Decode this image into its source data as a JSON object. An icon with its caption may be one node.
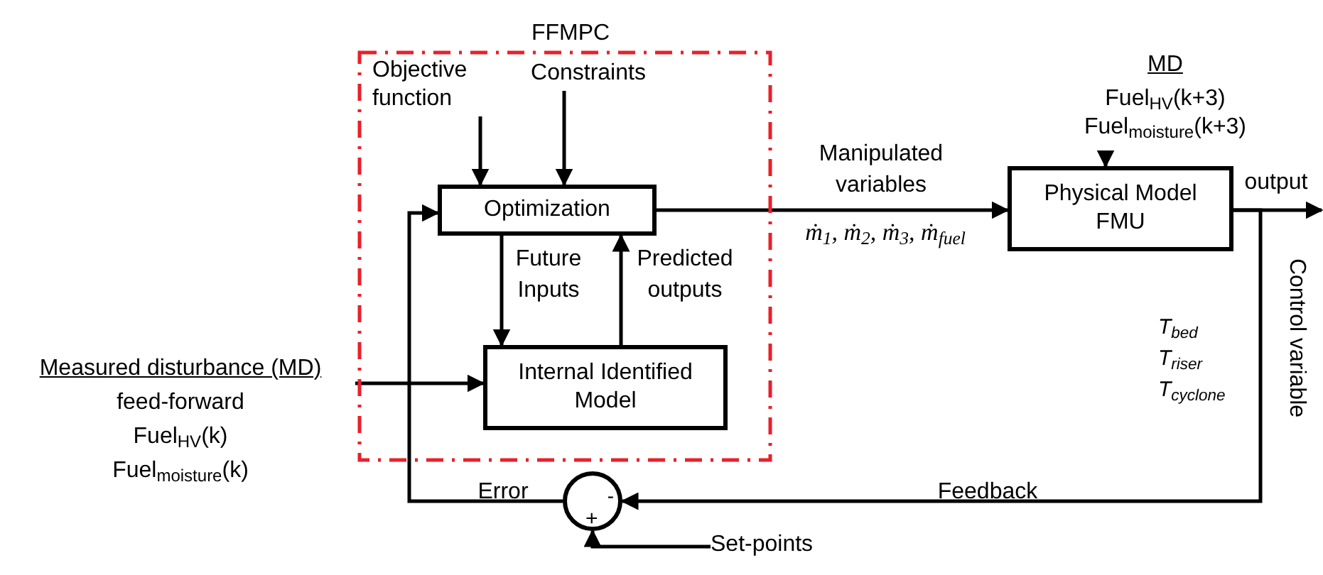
{
  "diagram": {
    "nodes": [
      {
        "text": [
          "FFMPC"
        ]
      },
      {
        "text": [
          "Objective function"
        ],
        "in": 0
      },
      {
        "text": [
          "Constraints"
        ],
        "in": 0
      },
      {
        "text": [
          "Optimization"
        ],
        "in": 0
      },
      {
        "text": [
          "Internal Identified Model"
        ],
        "in": 0
      },
      {
        "text": [
          "Physical Model FMU"
        ]
      },
      {
        "text": [
          "MD",
          "Fuel$_{HV}$(k+3)",
          "Fuel$_{moisture}$(k+3)"
        ]
      },
      {
        "text": [
          "Measured disturbance (MD)",
          "feed-forward",
          "Fuel$_{HV}$(k)",
          "Fuel$_{moisture}$(k)"
        ]
      },
      {
        "text": [
          "-",
          "+"
        ]
      },
      {
        "text": [
          "Set-points"
        ]
      }
    ],
    "edges": [
      {
        "from": 1,
        "to": 3,
        "arrow": "to"
      },
      {
        "from": 2,
        "to": 3,
        "arrow": "to"
      },
      {
        "from": 3,
        "to": 4,
        "arrow": "to",
        "label": "Future Inputs"
      },
      {
        "from": 4,
        "to": 3,
        "arrow": "to",
        "label": "Predicted outputs"
      },
      {
        "from": 3,
        "to": 5,
        "arrow": "to",
        "label": "Manipulated variables"
      },
      {
        "from": 6,
        "to": 5,
        "arrow": "to"
      },
      {
        "from": 7,
        "to": 4,
        "arrow": "to"
      },
      {
        "from": 5,
        "to": null,
        "arrow": "to",
        "label": "output"
      },
      {
        "from": 5,
        "to": 8,
        "arrow": "to",
        "label": "Feedback"
      },
      {
        "from": 8,
        "to": 3,
        "arrow": "to",
        "label": "Error"
      },
      {
        "from": 9,
        "to": 8,
        "arrow": "to"
      }
    ],
    "labels": [
      "ṁ$_{1}$, ṁ$_{2}$, ṁ$_{3}$, ṁ$_{fuel}$",
      "T$_{bed}$",
      "T$_{riser}$",
      "T$_{cyclone}$",
      "Control variable"
    ]
  }
}
